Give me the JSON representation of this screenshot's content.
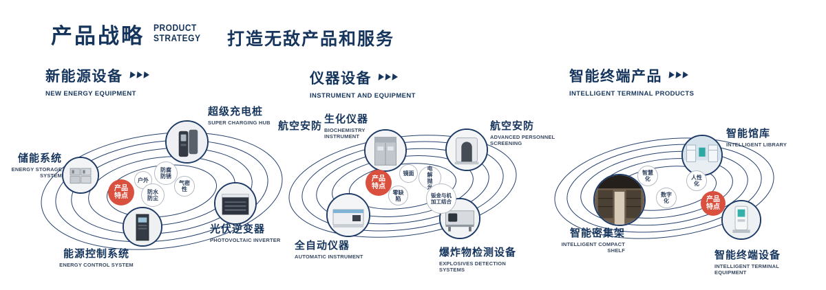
{
  "header": {
    "title_cn": "产品战略",
    "title_en1": "PRODUCT",
    "title_en2": "STRATEGY",
    "slogan": "打造无敌产品和服务"
  },
  "badge_label": "产品特点",
  "sections": [
    {
      "title_cn": "新能源设备",
      "title_en": "NEW ENERGY EQUIPMENT",
      "features": [
        "户外",
        "防腐防锈",
        "防水防尘",
        "气密性"
      ],
      "products": [
        {
          "cn": "储能系统",
          "en": "ENERGY STORAGE SYSTEM"
        },
        {
          "cn": "超级充电桩",
          "en": "SUPER CHARGING HUB"
        },
        {
          "cn": "光伏逆变器",
          "en": "PHOTOVOLTAIC INVERTER"
        },
        {
          "cn": "能源控制系统",
          "en": "ENERGY CONTROL SYSTEM"
        }
      ]
    },
    {
      "title_cn": "仪器设备",
      "title_en": "INSTRUMENT AND EQUIPMENT",
      "extra_label": "航空安防",
      "features": [
        "镜面",
        "电解抛光",
        "零缺陷",
        "钣金与机加工结合"
      ],
      "products": [
        {
          "cn": "生化仪器",
          "en": "BIOCHEMISTRY INSTRUMENT"
        },
        {
          "cn": "航空安防",
          "en": "ADVANCED PERSONNEL SCREENING"
        },
        {
          "cn": "全自动仪器",
          "en": "AUTOMATIC INSTRUMENT"
        },
        {
          "cn": "爆炸物检测设备",
          "en": "EXPLOSIVES DETECTION SYSTEMS"
        }
      ]
    },
    {
      "title_cn": "智能终端产品",
      "title_en": "INTELLIGENT TERMINAL PRODUCTS",
      "features": [
        "智慧化",
        "人性化",
        "数字化"
      ],
      "products": [
        {
          "cn": "智能馆库",
          "en": "INTELLIGENT LIBRARY"
        },
        {
          "cn": "智能密集架",
          "en": "INTELLIGENT COMPACT SHELF"
        },
        {
          "cn": "智能终端设备",
          "en": "INTELLIGENT TERMINAL EQUIPMENT"
        }
      ]
    }
  ],
  "colors": {
    "navy": "#16355d",
    "badge_red": "#d9503f"
  }
}
